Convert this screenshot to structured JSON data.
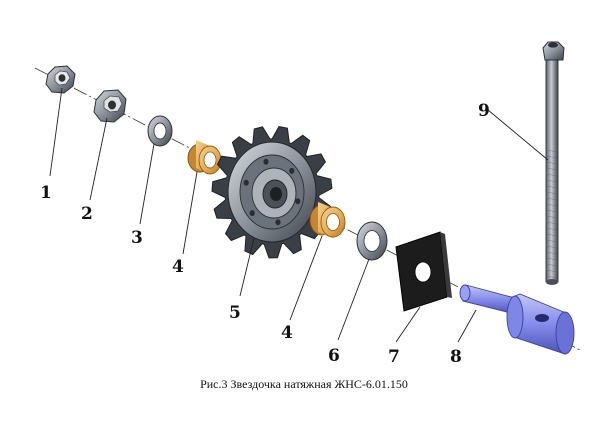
{
  "caption": "Рис.3 Звездочка натяжная ЖНС-6.01.150",
  "labels": {
    "l1": "1",
    "l2": "2",
    "l3": "3",
    "l4a": "4",
    "l5": "5",
    "l4b": "4",
    "l6": "6",
    "l7": "7",
    "l8": "8",
    "l9": "9"
  },
  "colors": {
    "steel_light": "#c9cdd3",
    "steel_mid": "#8e949d",
    "steel_dark": "#3d424a",
    "bronze_light": "#f3c47a",
    "bronze_dark": "#c98a2c",
    "shaft_light": "#b3b8f2",
    "shaft_dark": "#5b62c9",
    "plate": "#1c1c1c"
  }
}
